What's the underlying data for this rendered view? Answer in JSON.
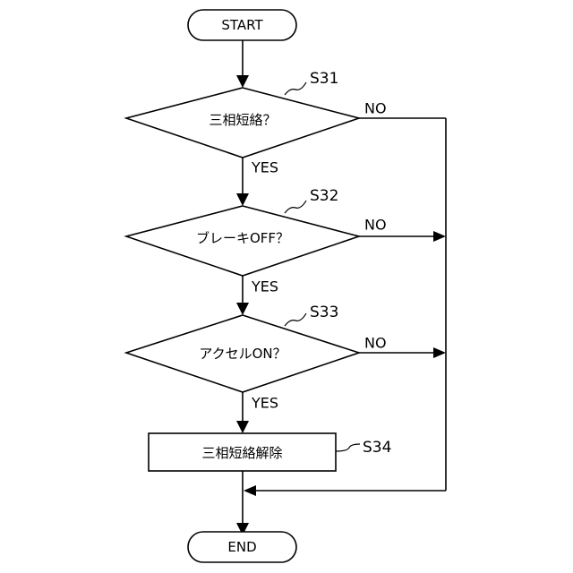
{
  "flowchart": {
    "start": {
      "label": "START"
    },
    "end": {
      "label": "END"
    },
    "decisions": [
      {
        "step": "S31",
        "label": "三相短絡？",
        "yes_label": "YES",
        "no_label": "NO"
      },
      {
        "step": "S32",
        "label": "ブレーキOFF？",
        "yes_label": "YES",
        "no_label": "NO"
      },
      {
        "step": "S33",
        "label": "アクセルON？",
        "yes_label": "YES",
        "no_label": "NO"
      }
    ],
    "process": {
      "step": "S34",
      "label": "三相短絡解除"
    }
  }
}
